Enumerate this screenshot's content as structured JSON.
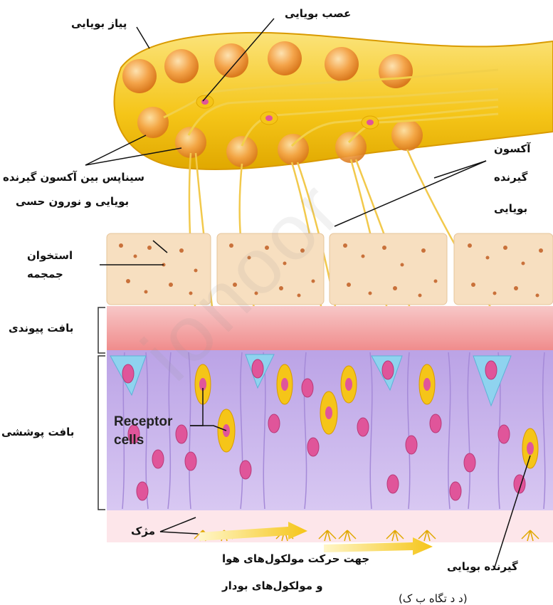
{
  "labels": {
    "olfactory_bulb": "پیاز بویایی",
    "olfactory_nerve": "عصب بویایی",
    "axon_line1": "آکسون",
    "axon_line2": "گیرنده",
    "axon_line3": "بویایی",
    "synapse_line1": "سیناپس بین آکسون گیرنده",
    "synapse_line2": "بویایی و نورون حسی",
    "skull_line1": "استخوان",
    "skull_line2": "جمجمه",
    "connective_tissue": "بافت پیوندی",
    "epithelium": "بافت پوششی",
    "receptor_cells_line1": "Receptor",
    "receptor_cells_line2": "cells",
    "cilia": "مژک",
    "airflow_line1": "جهت حرکت مولکول‌های هوا",
    "airflow_line2": "و مولکول‌های بودار",
    "olfactory_receptor": "گیرنده بویایی",
    "bottom_partial": "(د  د  تگاه  ب  ک)"
  },
  "watermark": "ionoor",
  "colors": {
    "bulb": "#f5c518",
    "bulb_edge": "#d99a00",
    "neuron": "#f7d34a",
    "bone": "#f7dfc0",
    "bone_pore": "#c9713a",
    "connective": "#f4a6a6",
    "epithelium": "#c9b3ec",
    "nucleus": "#e0559a",
    "support_cell": "#8fd3ef",
    "arrow": "#f7c832"
  }
}
